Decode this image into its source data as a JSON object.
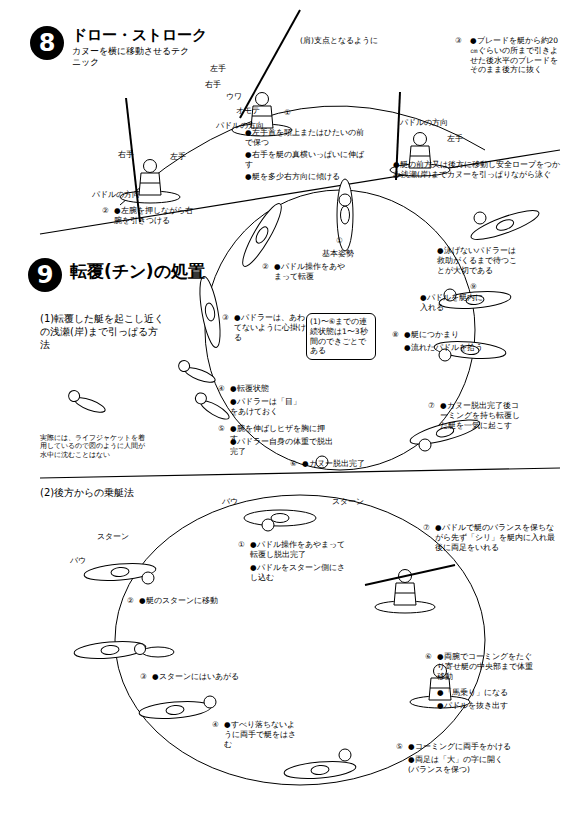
{
  "diagram": {
    "nodes": [
      {
        "text": [
          "8",
          "ドロー・ストローク",
          "カヌーを横に移動させるテクニック"
        ]
      },
      {
        "text": [
          "9",
          "転覆(チン)の処置"
        ]
      },
      {
        "text": [
          "(1)〜⑥までの連続状態は1〜3秒間のできごとである"
        ]
      }
    ],
    "labels": [
      "(肩)支点となるように",
      "③",
      "●ブレードを艇から約20㎝ぐらいの所まで引きよせた後水平のブレードをそのまま後方に抜く",
      "左手",
      "右手",
      "ウワ",
      "オモテ",
      "パドルの方向",
      "①",
      "●左手首を頭上またはひたいの前で保つ",
      "●右手を艇の真横いっぱいに伸ばす",
      "●艇を多少右方向に傾ける",
      "パドルの方向",
      "左手",
      "左手",
      "右手",
      "パドルの方向",
      "②",
      "●左腕を押しながら右腕を引きつける",
      "(1)転覆した艇を起こし近くの浅瀬(岸)まで引っぱる方法",
      "①",
      "基本姿勢",
      "②",
      "●パドル操作をあやまって転覆",
      "③",
      "●パドラーは、あわてないように心掛ける",
      "④",
      "●転覆状態",
      "●パドラーは「目」をあけておく",
      "⑤",
      "●腕を伸ばしヒザを胸に押す",
      "●パドラー自身の体重で脱出完了",
      "⑥",
      "●カヌー脱出完了",
      "⑦",
      "●カヌー脱出完了後コーミングを持ち転覆した艇を一気に起こす",
      "⑧",
      "●艇につかまり",
      "●流れたパドルを拾う",
      "⑨",
      "●パドルを艇内に入れる",
      "●泳げないパドラーは救助がくるまで待つことが大切である",
      "●艇の前方又は後方に移動し安全ロープをつかみ浅瀬(岸)までカヌーを引っぱりながら泳ぐ",
      "実際には、ライフジャケットを着用しているので図のように人間が水中に沈むことはない",
      "(2)後方からの乗艇法",
      "バウ",
      "スターン",
      "スターン",
      "バウ",
      "①",
      "●パドル操作をあやまって転覆し脱出完了",
      "●パドルをスターン側にさし込む",
      "②",
      "●艇のスターンに移動",
      "③",
      "●スターンにはいあがる",
      "④",
      "●すべり落ちないように両手で艇をはさむ",
      "⑤",
      "●コーミングに両手をかける",
      "●両足は「大」の字に開く(バランスを保つ)",
      "⑥",
      "●両腕でコーミングをたぐり寄せ艇の中央部まで体重移動",
      "●「馬乗り」になる",
      "●パドルを抜き出す",
      "⑦",
      "●パドルで艇のバランスを保ちながら先ず「シリ」を艇内に入れ最後に両足をいれる"
    ]
  }
}
